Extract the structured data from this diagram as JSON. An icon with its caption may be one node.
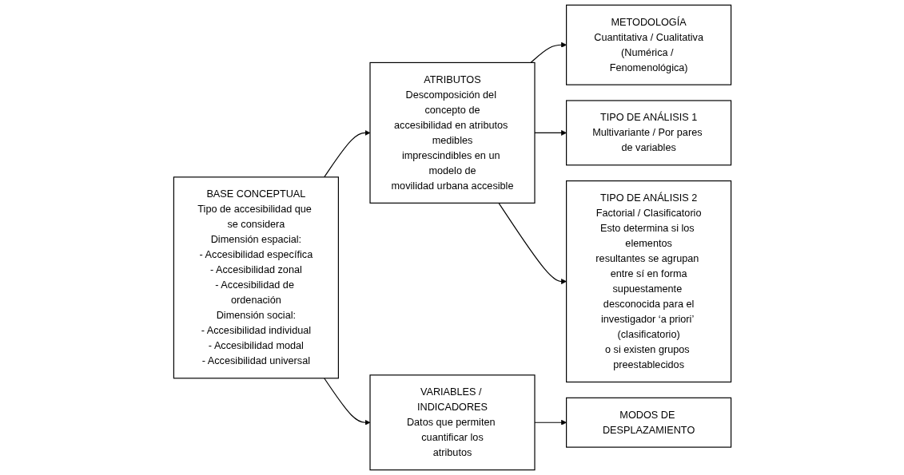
{
  "diagram": {
    "nodes": [
      {
        "text": [
          "BASE CONCEPTUAL",
          "Tipo de accesibilidad que se considera",
          "Dimensión espacial:",
          "- Accesibilidad específica",
          "- Accesibilidad zonal",
          "- Accesibilidad de ordenación",
          "Dimensión social:",
          "- Accesibilidad individual",
          "- Accesibilidad modal",
          "- Accesibilidad universal"
        ]
      },
      {
        "text": [
          "ATRIBUTOS",
          "Descomposición del concepto de accesibilidad en atributos medibles imprescindibles en un modelo de movilidad urbana accesible"
        ]
      },
      {
        "text": [
          "VARIABLES / INDICADORES",
          "Datos que permiten cuantificar los atributos"
        ]
      },
      {
        "text": [
          "MODOS DE DESPLAZAMIENTO"
        ]
      },
      {
        "text": [
          "METODOLOGÍA",
          "Cuantitativa / Cualitativa",
          "(Numérica / Fenomenológica)"
        ]
      },
      {
        "text": [
          "TIPO DE ANÁLISIS 1",
          "Multivariante / Por pares de variables"
        ]
      },
      {
        "text": [
          "TIPO DE ANÁLISIS 2",
          "Factorial / Clasificatorio",
          "Esto determina si los elementos resultantes se agrupan entre sí en forma supuestamente desconocida para el investigador ‘a priori’ (clasificatorio) o si existen grupos preestablecidos"
        ]
      }
    ],
    "edges": [
      {
        "from": 0,
        "to": 1,
        "arrow": "to"
      },
      {
        "from": 0,
        "to": 2,
        "arrow": "to"
      },
      {
        "from": 2,
        "to": 3,
        "arrow": "to"
      },
      {
        "from": 1,
        "to": 4,
        "arrow": "to"
      },
      {
        "from": 1,
        "to": 5,
        "arrow": "to"
      },
      {
        "from": 1,
        "to": 6,
        "arrow": "to"
      }
    ]
  }
}
